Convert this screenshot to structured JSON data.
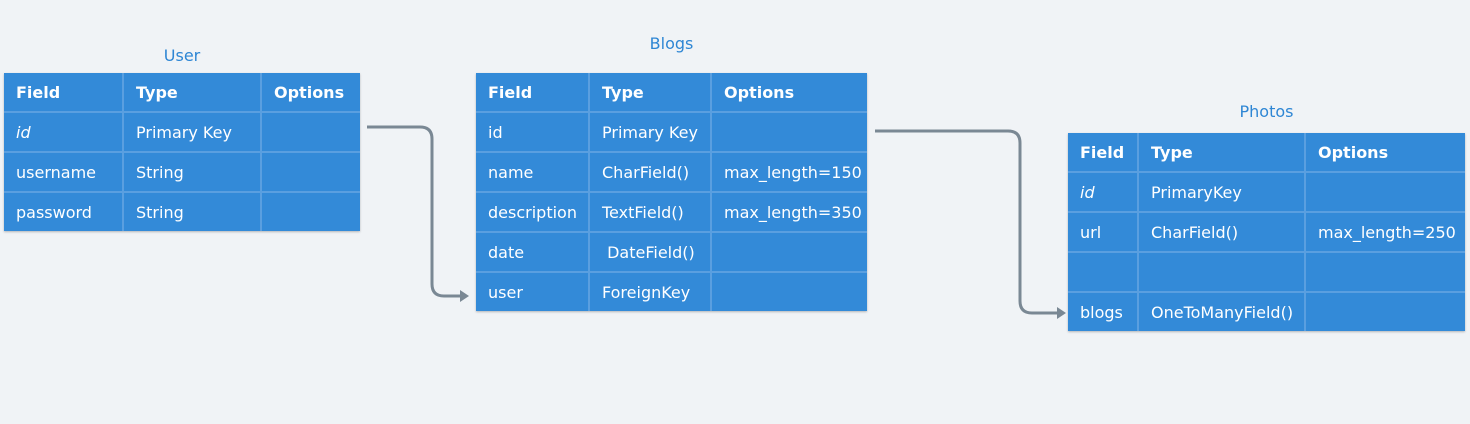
{
  "colors": {
    "background": "#f0f3f6",
    "table": "#338ad8",
    "grid": "#5a9fe0",
    "title": "#2e86d4",
    "connector": "#7a8894"
  },
  "user": {
    "title": "User",
    "headers": [
      "Field",
      "Type",
      "Options"
    ],
    "rows": [
      [
        "id",
        "Primary Key",
        ""
      ],
      [
        "username",
        "String",
        ""
      ],
      [
        "password",
        "String",
        ""
      ]
    ]
  },
  "blogs": {
    "title": "Blogs",
    "headers": [
      "Field",
      "Type",
      "Options"
    ],
    "rows": [
      [
        "id",
        "Primary Key",
        ""
      ],
      [
        "name",
        "CharField()",
        "max_length=150"
      ],
      [
        "description",
        "TextField()",
        "max_length=350"
      ],
      [
        "date",
        " DateField()",
        ""
      ],
      [
        "user",
        "ForeignKey",
        ""
      ]
    ]
  },
  "photos": {
    "title": "Photos",
    "headers": [
      "Field",
      "Type",
      "Options"
    ],
    "rows": [
      [
        "id",
        "PrimaryKey",
        ""
      ],
      [
        "url",
        "CharField()",
        "max_length=250"
      ],
      [
        "",
        "",
        ""
      ],
      [
        "blogs",
        "OneToManyField()",
        ""
      ]
    ]
  }
}
